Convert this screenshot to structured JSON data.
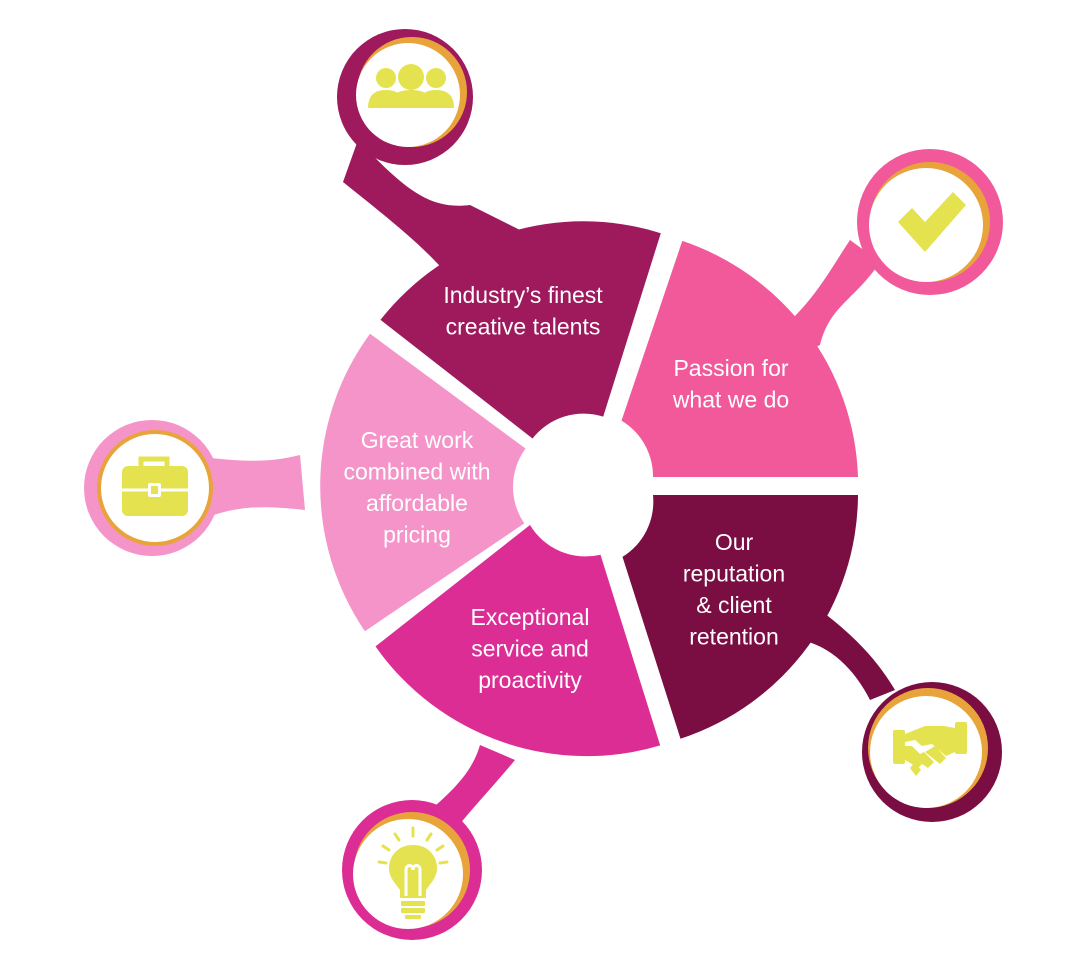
{
  "colors": {
    "talents": "#9e1a5d",
    "passion": "#f1599a",
    "reputation": "#7a0d42",
    "service": "#dc2d94",
    "pricing": "#f494c9",
    "icon": "#e4e34f",
    "ring_gold": "#e8a33b",
    "hub": "#ffffff"
  },
  "segments": [
    {
      "id": "talents",
      "lines": [
        "Industry’s finest",
        "creative talents"
      ],
      "icon": "people-group-icon"
    },
    {
      "id": "passion",
      "lines": [
        "Passion for",
        "what we do"
      ],
      "icon": "checkmark-icon"
    },
    {
      "id": "reputation",
      "lines": [
        "Our",
        "reputation",
        "& client",
        "retention"
      ],
      "icon": "handshake-icon"
    },
    {
      "id": "service",
      "lines": [
        "Exceptional",
        "service and",
        "proactivity"
      ],
      "icon": "lightbulb-icon"
    },
    {
      "id": "pricing",
      "lines": [
        "Great work",
        "combined with",
        "affordable",
        "pricing"
      ],
      "icon": "briefcase-icon"
    }
  ]
}
